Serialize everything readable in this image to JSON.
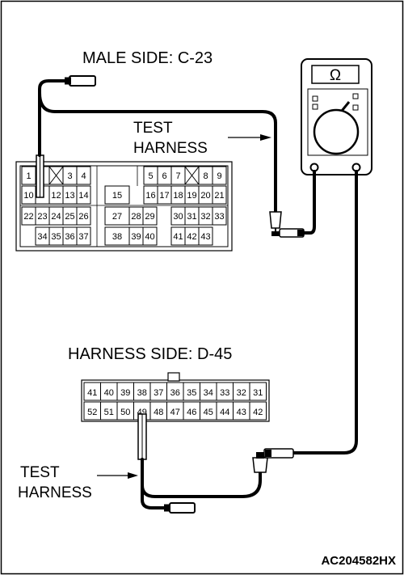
{
  "labels": {
    "male_side": "MALE SIDE: C-23",
    "harness_side": "HARNESS SIDE: D-45",
    "test_harness_top_1": "TEST",
    "test_harness_top_2": "HARNESS",
    "test_harness_bottom_1": "TEST",
    "test_harness_bottom_2": "HARNESS",
    "figure_code": "AC204582HX"
  },
  "multimeter": {
    "symbol": "Ω"
  },
  "connector_c23": {
    "pins": {
      "p1": "1",
      "p3": "3",
      "p4": "4",
      "p5": "5",
      "p6": "6",
      "p7": "7",
      "p8": "8",
      "p9": "9",
      "p10": "10",
      "p12": "12",
      "p13": "13",
      "p14": "14",
      "p15": "15",
      "p16": "16",
      "p17": "17",
      "p18": "18",
      "p19": "19",
      "p20": "20",
      "p21": "21",
      "p22": "22",
      "p23": "23",
      "p24": "24",
      "p25": "25",
      "p26": "26",
      "p27": "27",
      "p28": "28",
      "p29": "29",
      "p30": "30",
      "p31": "31",
      "p32": "32",
      "p33": "33",
      "p34": "34",
      "p35": "35",
      "p36": "36",
      "p37": "37",
      "p38": "38",
      "p39": "39",
      "p40": "40",
      "p41": "41",
      "p42": "42",
      "p43": "43"
    }
  },
  "connector_d45": {
    "top_row": [
      "41",
      "40",
      "39",
      "38",
      "37",
      "36",
      "35",
      "34",
      "33",
      "32",
      "31"
    ],
    "bottom_row": [
      "52",
      "51",
      "50",
      "49",
      "48",
      "47",
      "46",
      "45",
      "44",
      "43",
      "42"
    ]
  }
}
